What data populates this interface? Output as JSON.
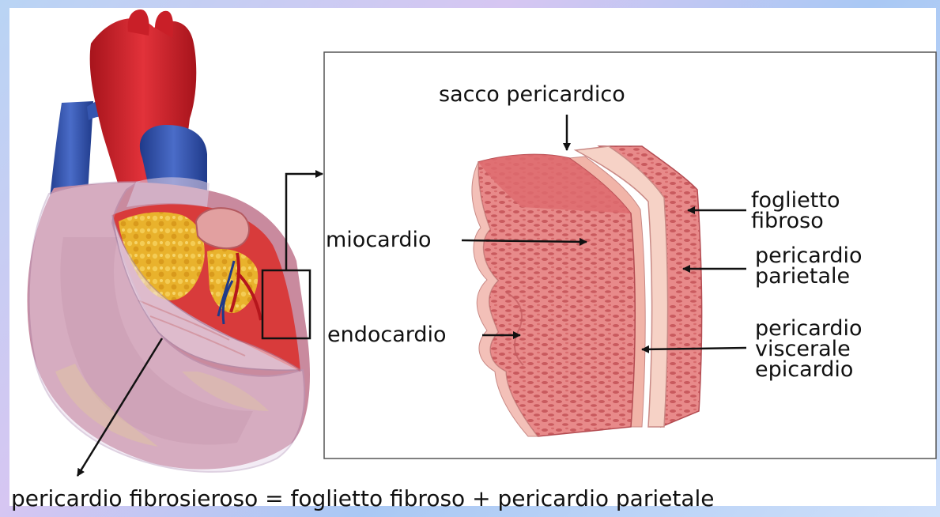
{
  "labels": {
    "sacco_pericardico": "sacco pericardico",
    "miocardio": "miocardio",
    "endocardio": "endocardio",
    "foglietto_fibroso": [
      "foglietto",
      "fibroso"
    ],
    "pericardio_parietale": [
      "pericardio",
      "parietale"
    ],
    "pericardio_viscerale": [
      "pericardio",
      "viscerale",
      "epicardio"
    ],
    "caption": "pericardio fibrosieroso = foglietto fibroso + pericardio parietale"
  },
  "colors": {
    "aorta_red": "#d0222a",
    "vein_blue": "#2f4fa8",
    "myocardium": "#e07a7a",
    "pericardium_light": "#f6d2c6",
    "fat_yellow": "#e8b12a",
    "membrane": "#d8c6dc"
  }
}
